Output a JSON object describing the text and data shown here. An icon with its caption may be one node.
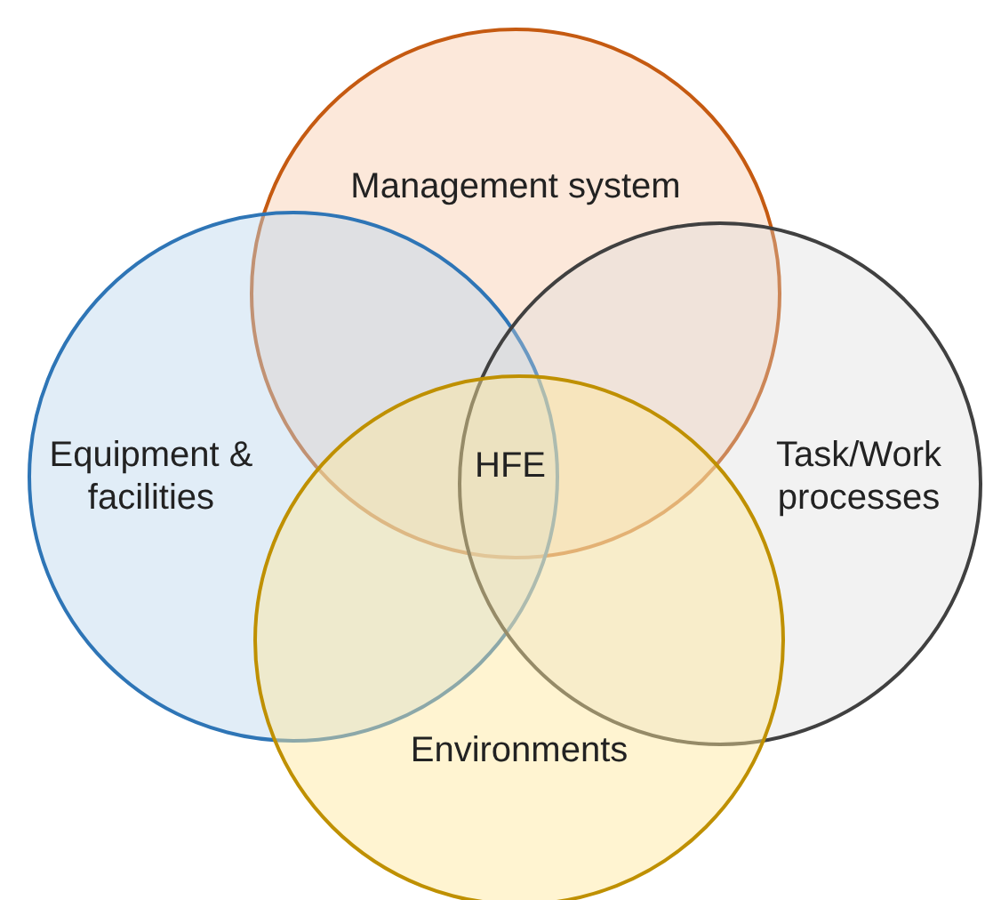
{
  "diagram": {
    "nodes": [
      {
        "text": [
          "Management system"
        ]
      },
      {
        "text": [
          "Equipment & facilities"
        ]
      },
      {
        "text": [
          "Task/Work processes"
        ]
      },
      {
        "text": [
          "Environments"
        ]
      }
    ],
    "labels": [
      "HFE"
    ]
  }
}
